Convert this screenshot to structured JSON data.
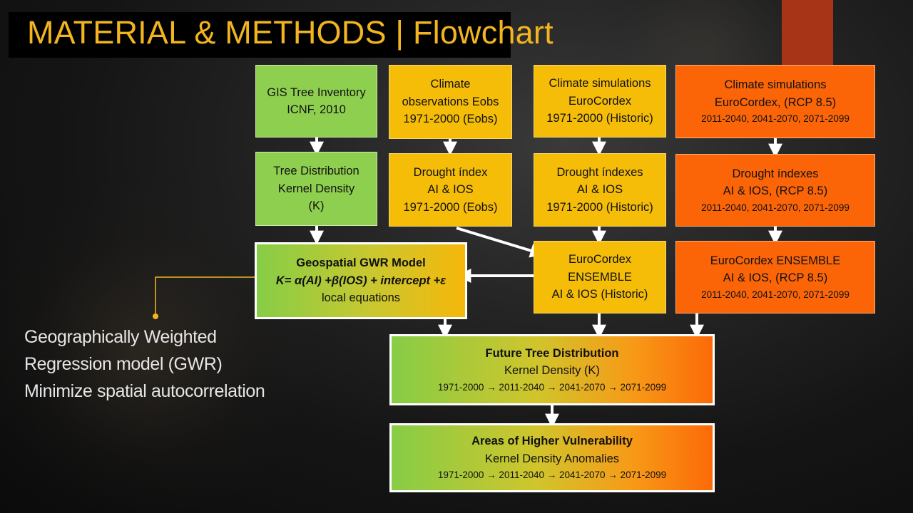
{
  "header": {
    "title": "MATERIAL & METHODS | Flowchart"
  },
  "note": {
    "lines": [
      "Geographically Weighted",
      "Regression model (GWR)",
      "Minimize spatial autocorrelation"
    ]
  },
  "nodes": {
    "gis": {
      "lines": [
        "GIS Tree Inventory",
        "ICNF, 2010"
      ]
    },
    "obs": {
      "lines": [
        "Climate",
        "observations Eobs",
        "1971-2000 (Eobs)"
      ]
    },
    "sim_hist": {
      "lines": [
        "Climate simulations",
        "EuroCordex",
        "1971-2000 (Historic)"
      ]
    },
    "sim_rcp": {
      "lines": [
        "Climate simulations",
        "EuroCordex, (RCP 8.5)"
      ],
      "periods": "2011-2040, 2041-2070, 2071-2099"
    },
    "tree_dist": {
      "lines": [
        "Tree Distribution",
        "Kernel Density",
        "(K)"
      ]
    },
    "drought_obs": {
      "lines": [
        "Drought índex",
        "AI & IOS",
        "1971-2000 (Eobs)"
      ]
    },
    "drought_hist": {
      "lines": [
        "Drought índexes",
        "AI & IOS",
        "1971-2000 (Historic)"
      ]
    },
    "drought_rcp": {
      "lines": [
        "Drought índexes",
        "AI & IOS,  (RCP 8.5)"
      ],
      "periods": "2011-2040, 2041-2070, 2071-2099"
    },
    "gwr": {
      "title": "Geospatial GWR Model",
      "formula": "K= α(AI) +β(IOS) + intercept +ε",
      "subtitle": "local equations"
    },
    "ens_hist": {
      "lines": [
        "EuroCordex",
        "ENSEMBLE",
        "AI & IOS (Historic)"
      ]
    },
    "ens_rcp": {
      "lines": [
        "EuroCordex ENSEMBLE",
        "AI & IOS, (RCP 8.5)"
      ],
      "periods": "2011-2040, 2041-2070, 2071-2099"
    },
    "future": {
      "title": "Future Tree Distribution",
      "subtitle": "Kernel Density (K)",
      "periods": "1971-2000 → 2011-2040 → 2041-2070 → 2071-2099"
    },
    "vuln": {
      "title": "Areas of Higher Vulnerability",
      "subtitle": "Kernel Density Anomalies",
      "periods": "1971-2000 → 2011-2040 → 2041-2070 → 2071-2099"
    }
  },
  "colors": {
    "title": "#f3b51f",
    "green": "#8fcf4f",
    "yellow": "#f5bd08",
    "orange": "#fb6508",
    "accent_bar": "#a83418",
    "connector": "#f3b51f"
  }
}
